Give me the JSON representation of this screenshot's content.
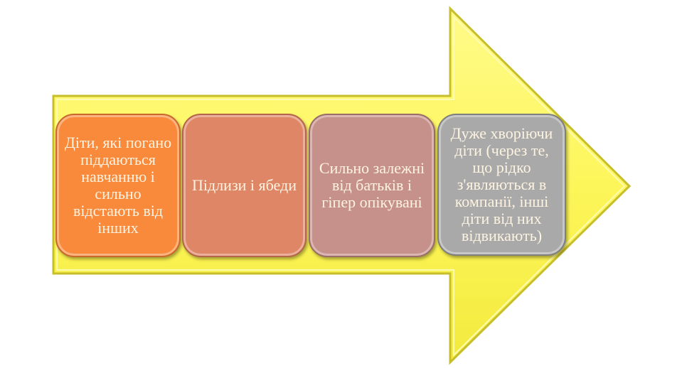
{
  "colors": {
    "arrow": "#fdf65a",
    "arrow_edge": "#c7be2c"
  },
  "steps": [
    {
      "label": "Діти, які погано піддаються навчанню і сильно відстають від інших",
      "color": "#f98a3c"
    },
    {
      "label": "Підлизи і ябеди",
      "color": "#df8666"
    },
    {
      "label": "Сильно залежні від батьків і гіпер опікувані",
      "color": "#c6918a"
    },
    {
      "label": "Дуже хворіючи діти (через те, що рідко з'являються в компанії, інші діти від них відвикають)",
      "color": "#a9a9a9"
    }
  ]
}
